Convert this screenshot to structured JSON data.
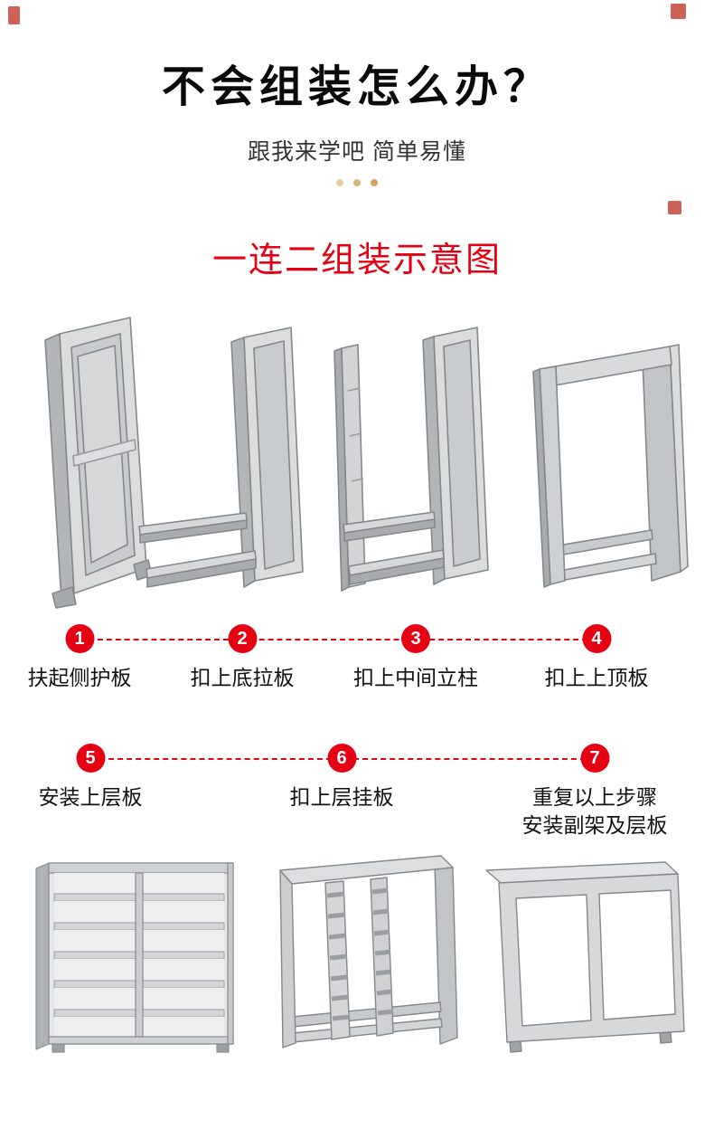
{
  "meta": {
    "accent_color": "#e60013",
    "dot_color": "#d2a263",
    "steel_color": "#d6d8da"
  },
  "header": {
    "title": "不会组装怎么办？",
    "subtitle": "跟我来学吧 简单易懂"
  },
  "section": {
    "title": "一连二组装示意图"
  },
  "steps": {
    "row1": [
      {
        "num": "1",
        "label": "扶起侧护板",
        "image": "side-panel"
      },
      {
        "num": "2",
        "label": "扣上底拉板",
        "image": "panel-with-bottom-rails"
      },
      {
        "num": "3",
        "label": "扣上中间立柱",
        "image": "panel-with-middle-upright"
      },
      {
        "num": "4",
        "label": "扣上上顶板",
        "image": "assembled-frame-with-top-plate"
      }
    ],
    "row2": [
      {
        "num": "5",
        "label": "安装上层板",
        "image": "shelf-with-upper-boards"
      },
      {
        "num": "6",
        "label": "扣上层挂板",
        "image": "frame-with-hanging-plates"
      },
      {
        "num": "7",
        "label": "重复以上步骤",
        "label2": "安装副架及层板",
        "image": "double-bay-frame"
      }
    ]
  }
}
